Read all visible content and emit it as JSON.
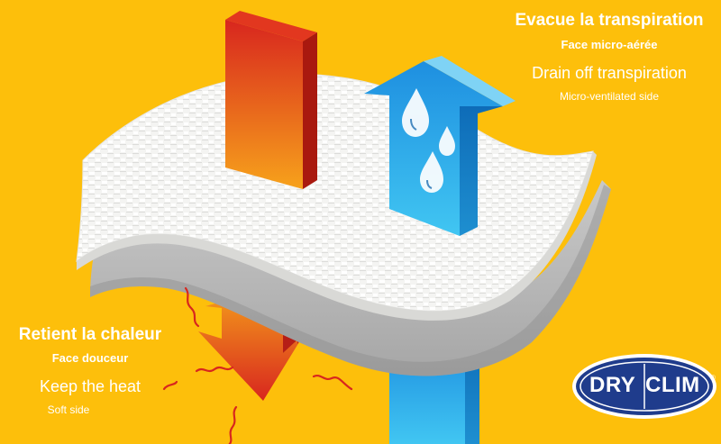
{
  "top_text": {
    "fr_title": "Evacue la transpiration",
    "fr_subtitle": "Face micro-aérée",
    "en_title": "Drain off transpiration",
    "en_subtitle": "Micro-ventilated side"
  },
  "bottom_text": {
    "fr_title": "Retient la chaleur",
    "fr_subtitle": "Face douceur",
    "en_title": "Keep the heat",
    "en_subtitle": "Soft side"
  },
  "logo": {
    "part_a": "DRY",
    "part_b": "CLIM",
    "registered": "®"
  },
  "icons": [
    "heat-arrow-down-icon",
    "moisture-arrow-up-icon",
    "water-drop-icon",
    "heat-wave-icon"
  ],
  "colors": {
    "background": "#FDBF0B",
    "heat_red": "#D8261E",
    "heat_orange": "#F08A1E",
    "cool_blue": "#1EA7E8",
    "logo_navy": "#1F3C8C"
  }
}
